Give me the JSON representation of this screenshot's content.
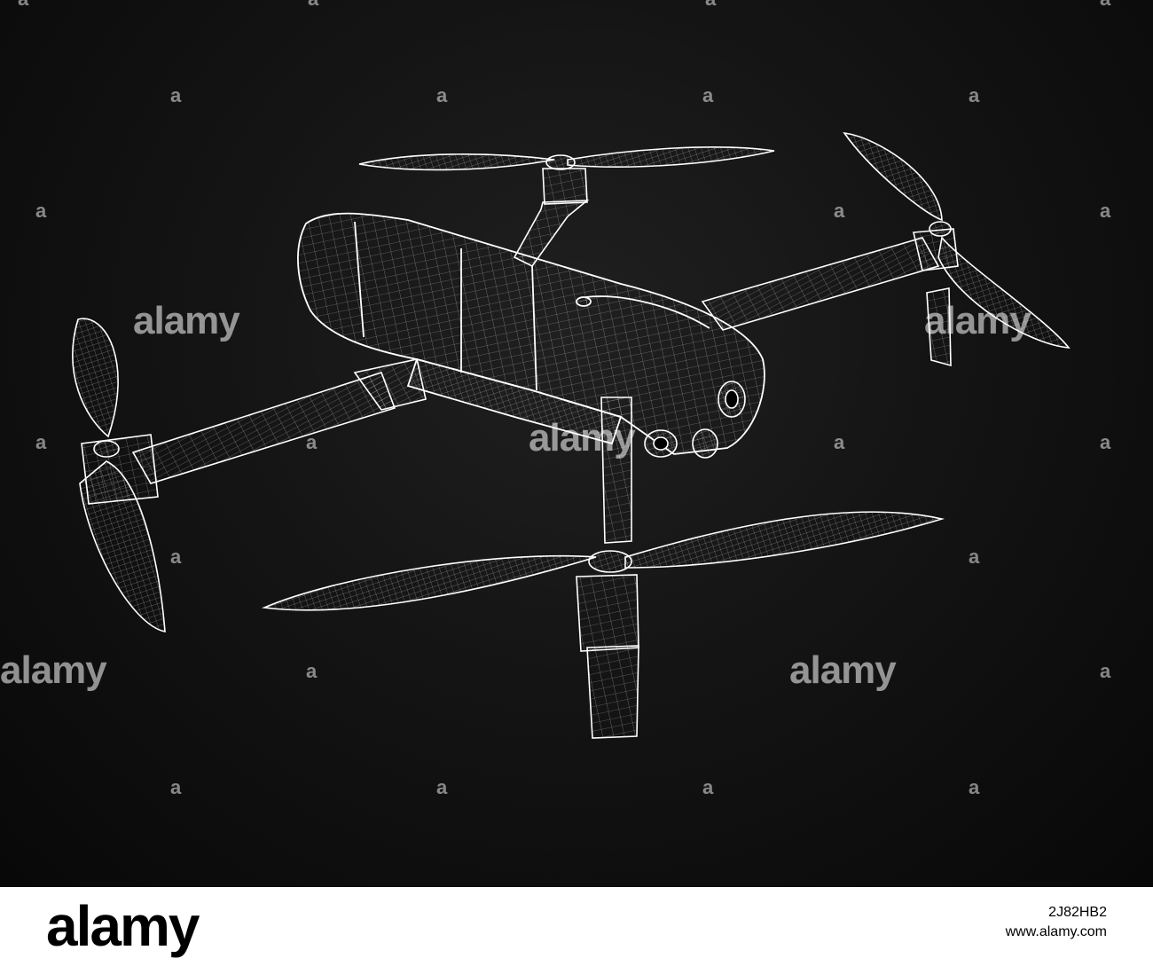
{
  "image": {
    "description_colors": {
      "background": "#000000",
      "wireframe": "#ffffff",
      "footer_background": "#ffffff",
      "footer_text": "#000000"
    }
  },
  "watermark": {
    "text": "alamy",
    "mark": "a"
  },
  "footer": {
    "logo": "alamy",
    "image_id": "2J82HB2",
    "url": "www.alamy.com"
  }
}
